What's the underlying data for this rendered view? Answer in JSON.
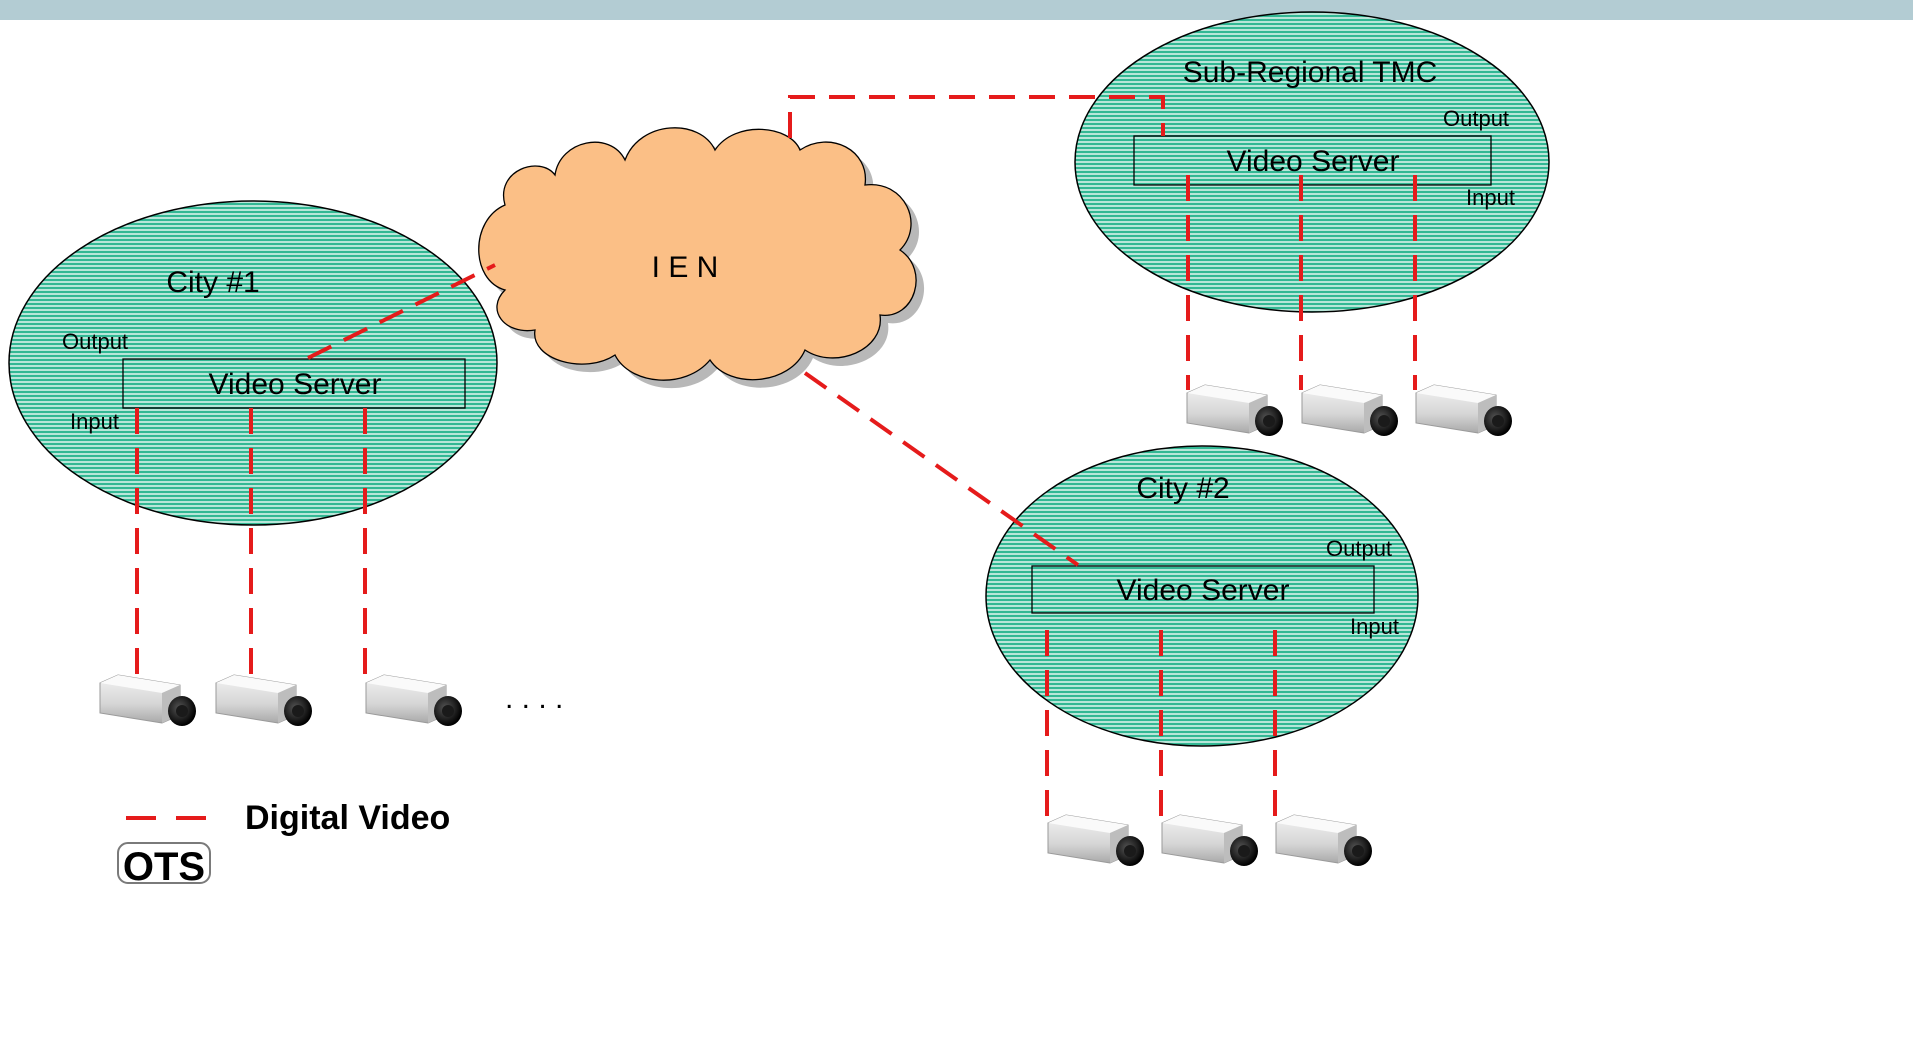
{
  "network": {
    "label": "I E N"
  },
  "nodes": [
    {
      "id": "city1",
      "title": "City #1",
      "server_label": "Video Server",
      "output_label": "Output",
      "input_label": "Input"
    },
    {
      "id": "tmc",
      "title": "Sub-Regional TMC",
      "server_label": "Video Server",
      "output_label": "Output",
      "input_label": "Input"
    },
    {
      "id": "city2",
      "title": "City #2",
      "server_label": "Video Server",
      "output_label": "Output",
      "input_label": "Input"
    }
  ],
  "more_cameras": ". . . .",
  "legend": {
    "digital_video": "Digital Video"
  },
  "logo": {
    "text": "OTS"
  },
  "colors": {
    "topbar": "#b3ccd3",
    "node_fill": "#33b894",
    "node_stripe": "#d9f2ea",
    "cloud_fill": "#fbbf86",
    "link": "#e51b1b"
  }
}
